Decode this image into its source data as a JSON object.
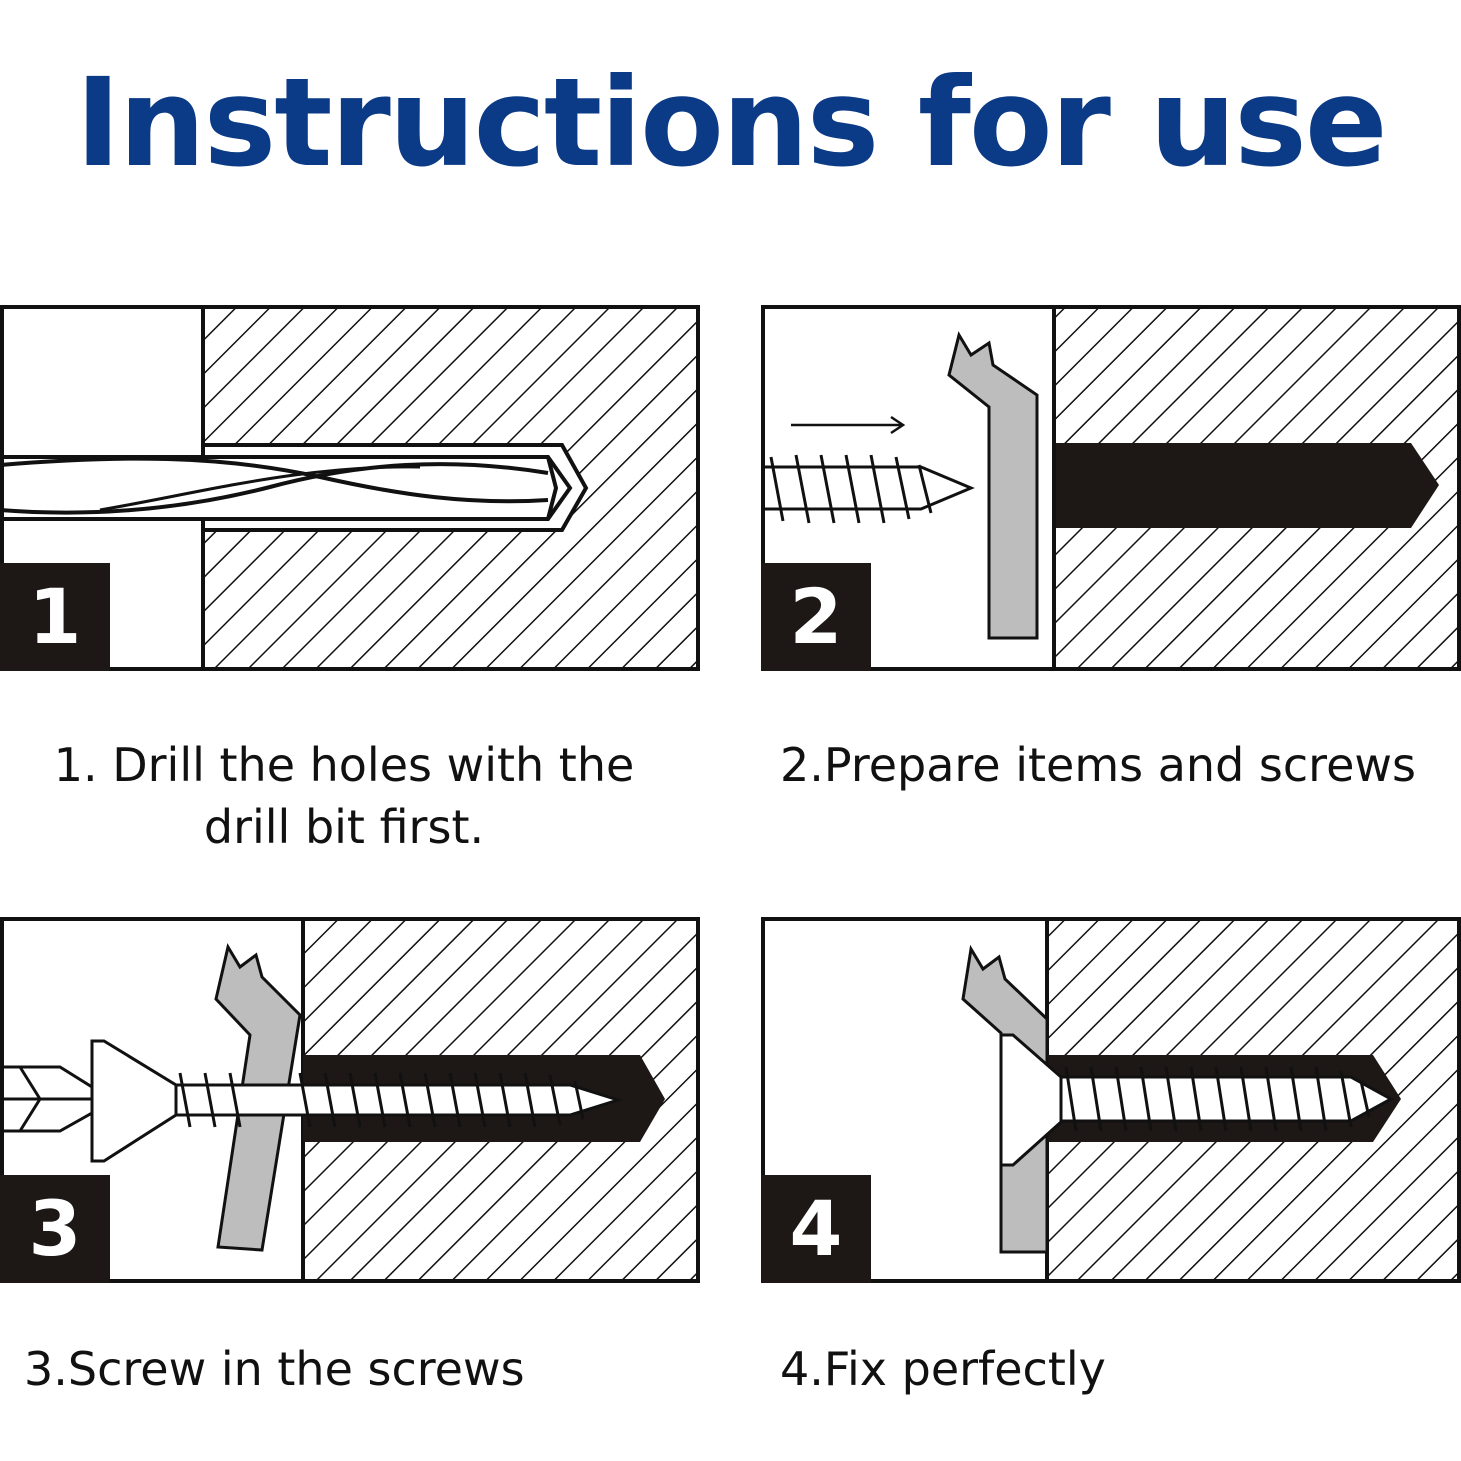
{
  "title": "Instructions for use",
  "colors": {
    "title": "#0b3a86",
    "dark": "#1d1715",
    "board": "#bdbdbd",
    "line": "#111111"
  },
  "steps": [
    {
      "badge": "1",
      "caption_lines": [
        "1. Drill the holes with the",
        "drill bit first."
      ],
      "icon": "drill-bit-icon"
    },
    {
      "badge": "2",
      "caption_lines": [
        "2.Prepare items and screws"
      ],
      "icon": "screw-icon"
    },
    {
      "badge": "3",
      "caption_lines": [
        "3.Screw in the screws"
      ],
      "icon": "screwdriver-screw-icon"
    },
    {
      "badge": "4",
      "caption_lines": [
        "4.Fix perfectly"
      ],
      "icon": "fixed-screw-icon"
    }
  ]
}
